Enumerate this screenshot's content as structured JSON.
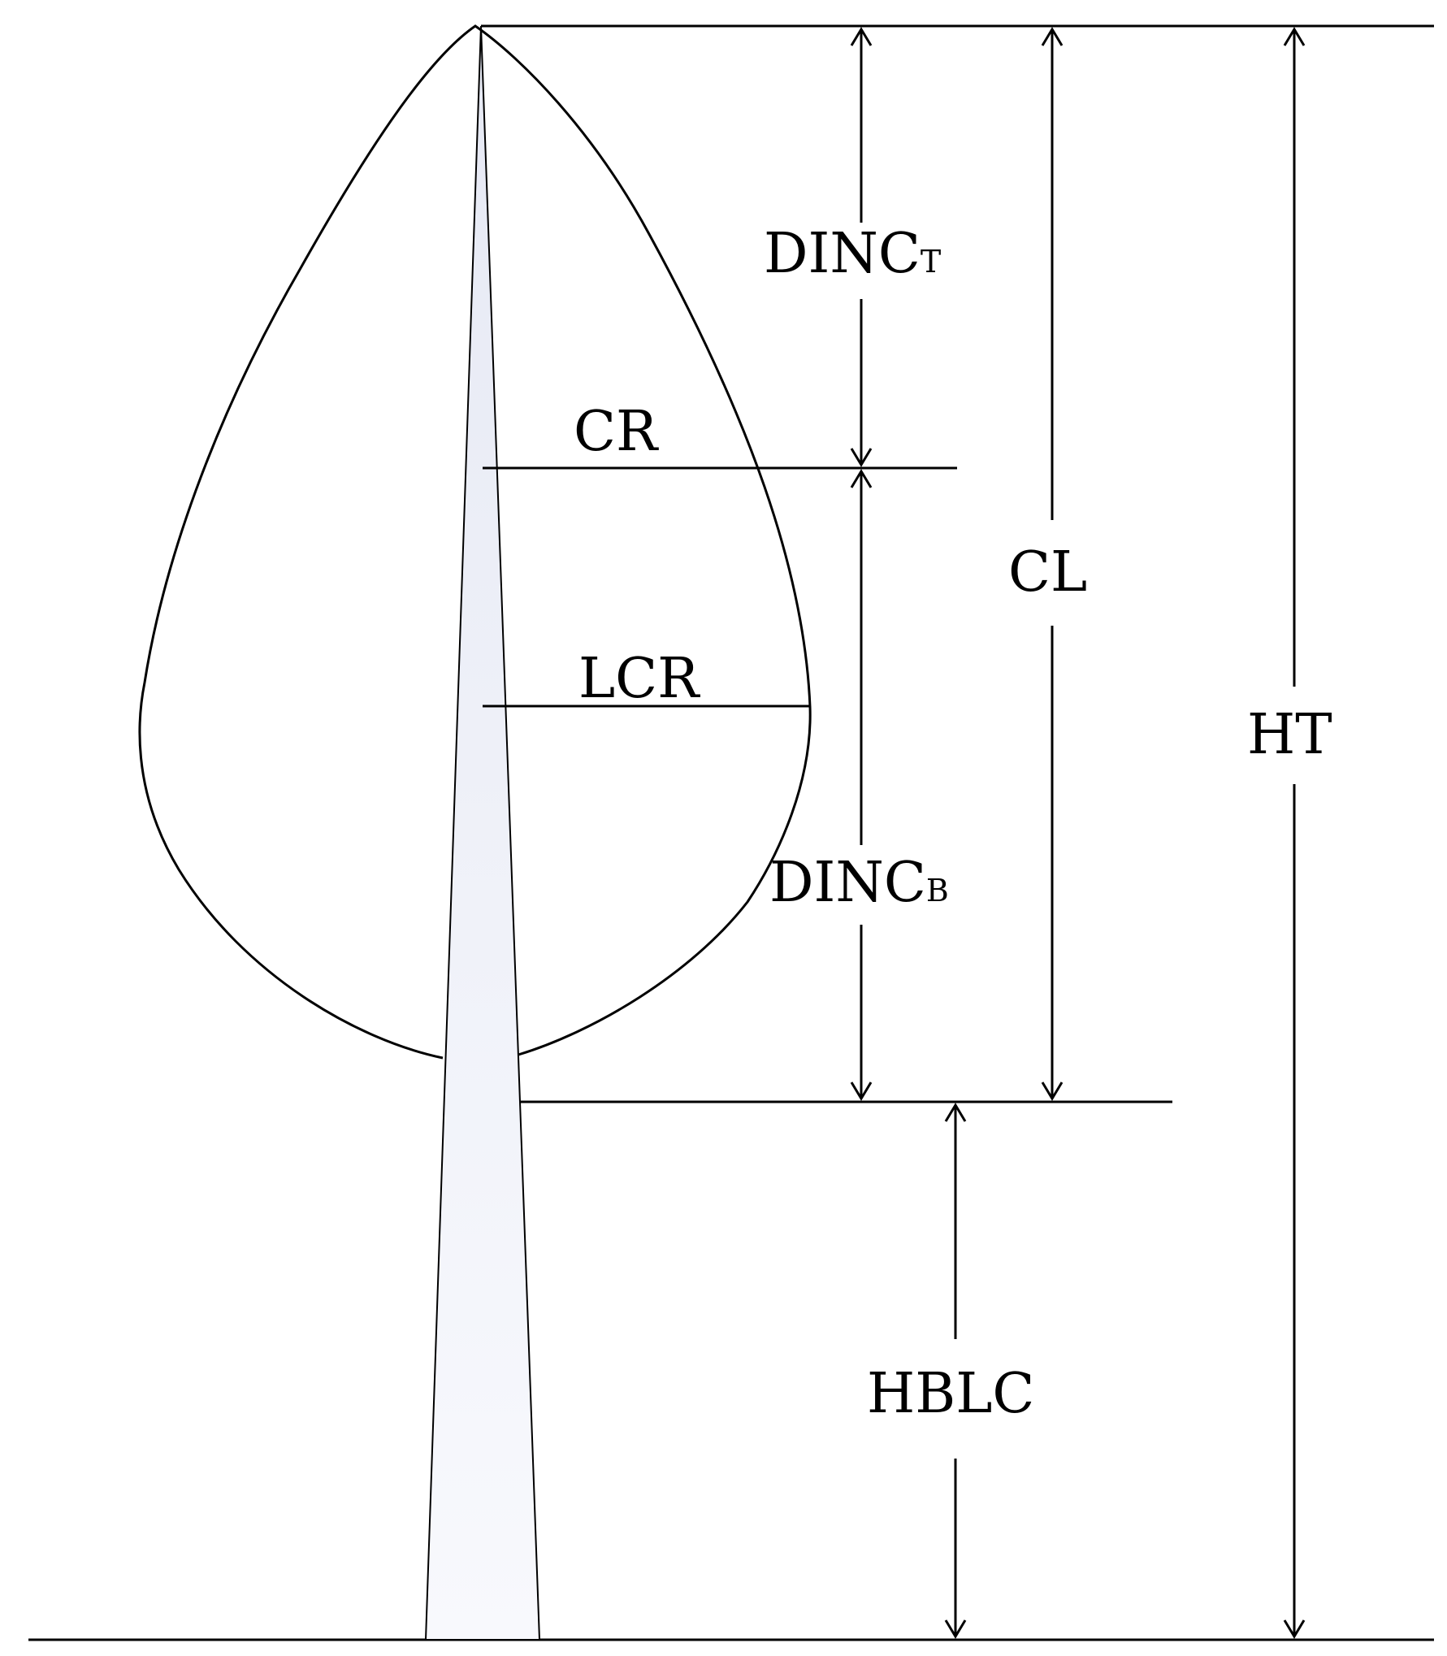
{
  "labels": {
    "dinc_top_main": "DINC",
    "dinc_top_sub": "T",
    "dinc_bottom_main": "DINC",
    "dinc_bottom_sub": "B",
    "cr": "CR",
    "lcr": "LCR",
    "cl": "CL",
    "ht": "HT",
    "hblc": "HBLC"
  },
  "colors": {
    "stroke": "#000000",
    "trunk_fill_top": "#e8ebf5",
    "trunk_fill_bottom": "#f7f8fc"
  }
}
